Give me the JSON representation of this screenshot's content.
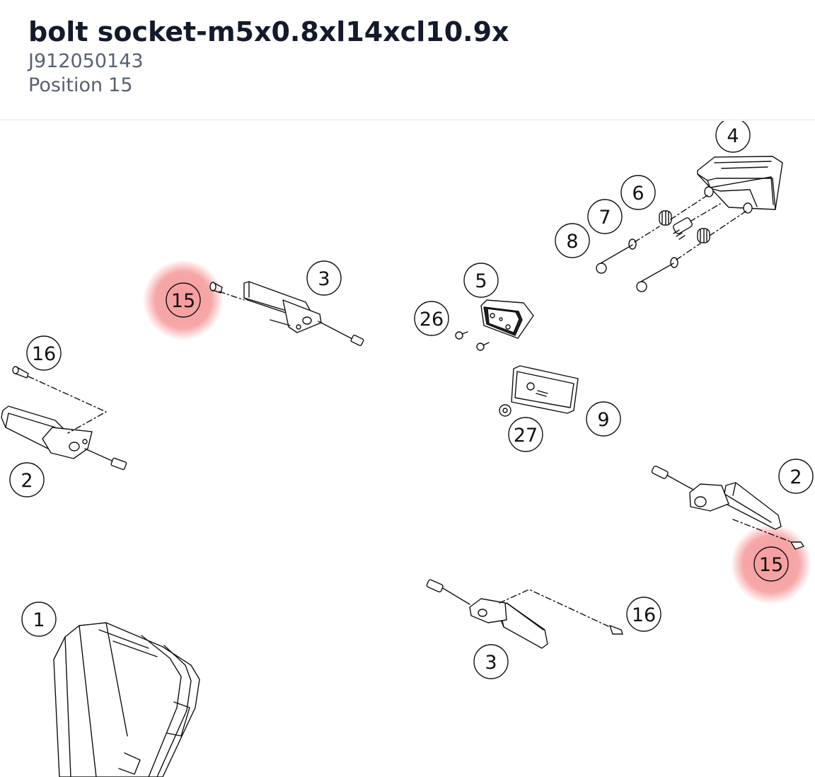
{
  "part": {
    "name": "bolt socket-m5x0.8xl14xcl10.9x",
    "number": "J912050143",
    "position_label": "Position",
    "position_value": "15"
  },
  "colors": {
    "highlight": "#f48a8a",
    "ink": "#111111"
  },
  "callouts": [
    {
      "id": "c4",
      "label": "4",
      "highlight": false
    },
    {
      "id": "c6",
      "label": "6",
      "highlight": false
    },
    {
      "id": "c7",
      "label": "7",
      "highlight": false
    },
    {
      "id": "c8",
      "label": "8",
      "highlight": false
    },
    {
      "id": "c3a",
      "label": "3",
      "highlight": false
    },
    {
      "id": "c15a",
      "label": "15",
      "highlight": true
    },
    {
      "id": "c5",
      "label": "5",
      "highlight": false
    },
    {
      "id": "c26",
      "label": "26",
      "highlight": false
    },
    {
      "id": "c16a",
      "label": "16",
      "highlight": false
    },
    {
      "id": "c9",
      "label": "9",
      "highlight": false
    },
    {
      "id": "c27",
      "label": "27",
      "highlight": false
    },
    {
      "id": "c2a",
      "label": "2",
      "highlight": false
    },
    {
      "id": "c2b",
      "label": "2",
      "highlight": false
    },
    {
      "id": "c15b",
      "label": "15",
      "highlight": true
    },
    {
      "id": "c1",
      "label": "1",
      "highlight": false
    },
    {
      "id": "c16b",
      "label": "16",
      "highlight": false
    },
    {
      "id": "c3b",
      "label": "3",
      "highlight": false
    }
  ]
}
